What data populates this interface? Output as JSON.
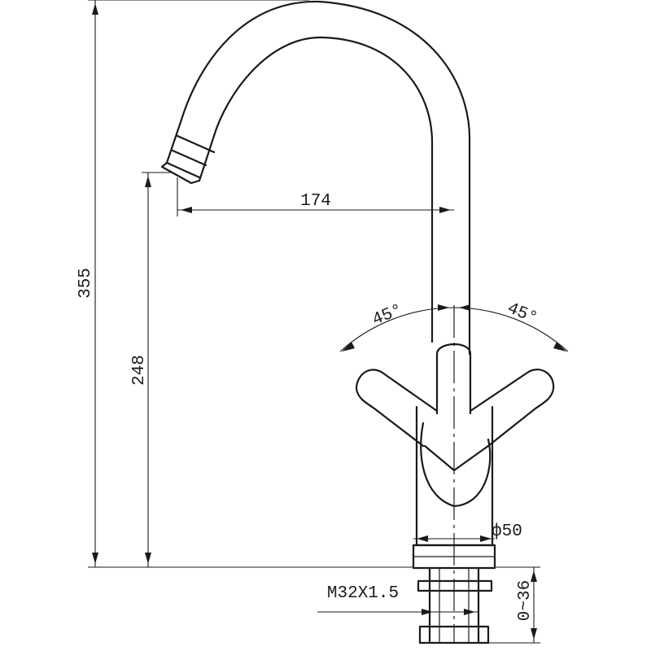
{
  "drawing": {
    "colors": {
      "line": "#1a1a1a",
      "background": "#ffffff"
    },
    "dimensions": {
      "total_height": "355",
      "spout_height": "248",
      "spout_reach": "174",
      "angle_left": "45°",
      "angle_right": "45°",
      "base_diameter": "ф50",
      "thread": "M32X1.5",
      "mount_range": "0~36"
    }
  }
}
